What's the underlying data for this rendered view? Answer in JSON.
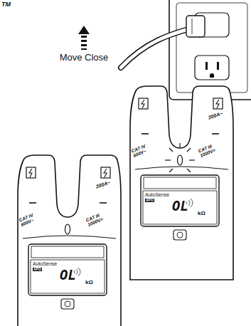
{
  "diagram": {
    "labels": [
      "TM",
      "Move Close",
      "200A~",
      "CAT IV 600V~",
      "CAT III 1000V=",
      "AutoSense",
      "APO",
      "OL",
      "kΩ",
      "200A~",
      "CAT IV 600V~",
      "CAT III 1000V=",
      "AutoSense",
      "APO",
      "OL",
      "kΩ"
    ]
  }
}
